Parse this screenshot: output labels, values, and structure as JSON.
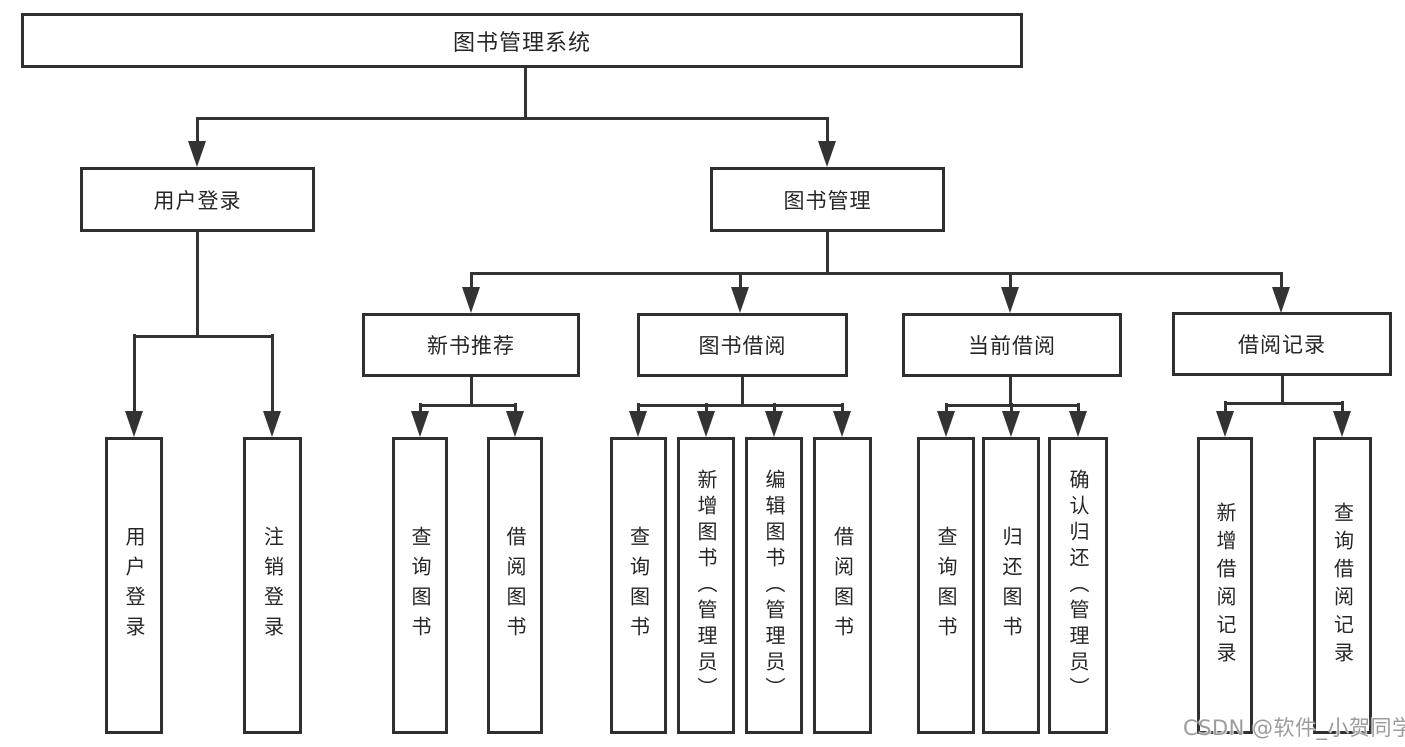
{
  "tree": {
    "label": "图书管理系统",
    "children": [
      {
        "label": "用户登录",
        "children": [
          {
            "label": "用户登录"
          },
          {
            "label": "注销登录"
          }
        ]
      },
      {
        "label": "图书管理",
        "children": [
          {
            "label": "新书推荐",
            "children": [
              {
                "label": "查询图书"
              },
              {
                "label": "借阅图书"
              }
            ]
          },
          {
            "label": "图书借阅",
            "children": [
              {
                "label": "查询图书"
              },
              {
                "label": "新增图书（管理员）"
              },
              {
                "label": "编辑图书（管理员）"
              },
              {
                "label": "借阅图书"
              }
            ]
          },
          {
            "label": "当前借阅",
            "children": [
              {
                "label": "查询图书"
              },
              {
                "label": "归还图书"
              },
              {
                "label": "确认归还（管理员）"
              }
            ]
          },
          {
            "label": "借阅记录",
            "children": [
              {
                "label": "新增借阅记录"
              },
              {
                "label": "查询借阅记录"
              }
            ]
          }
        ]
      }
    ]
  },
  "watermark": {
    "text": "CSDN @软件_小贺同学"
  },
  "colors": {
    "line": "#333333",
    "box_border": "#2f2f2f",
    "text": "#262626",
    "watermark": "#9c9c9c",
    "background": "#ffffff"
  }
}
